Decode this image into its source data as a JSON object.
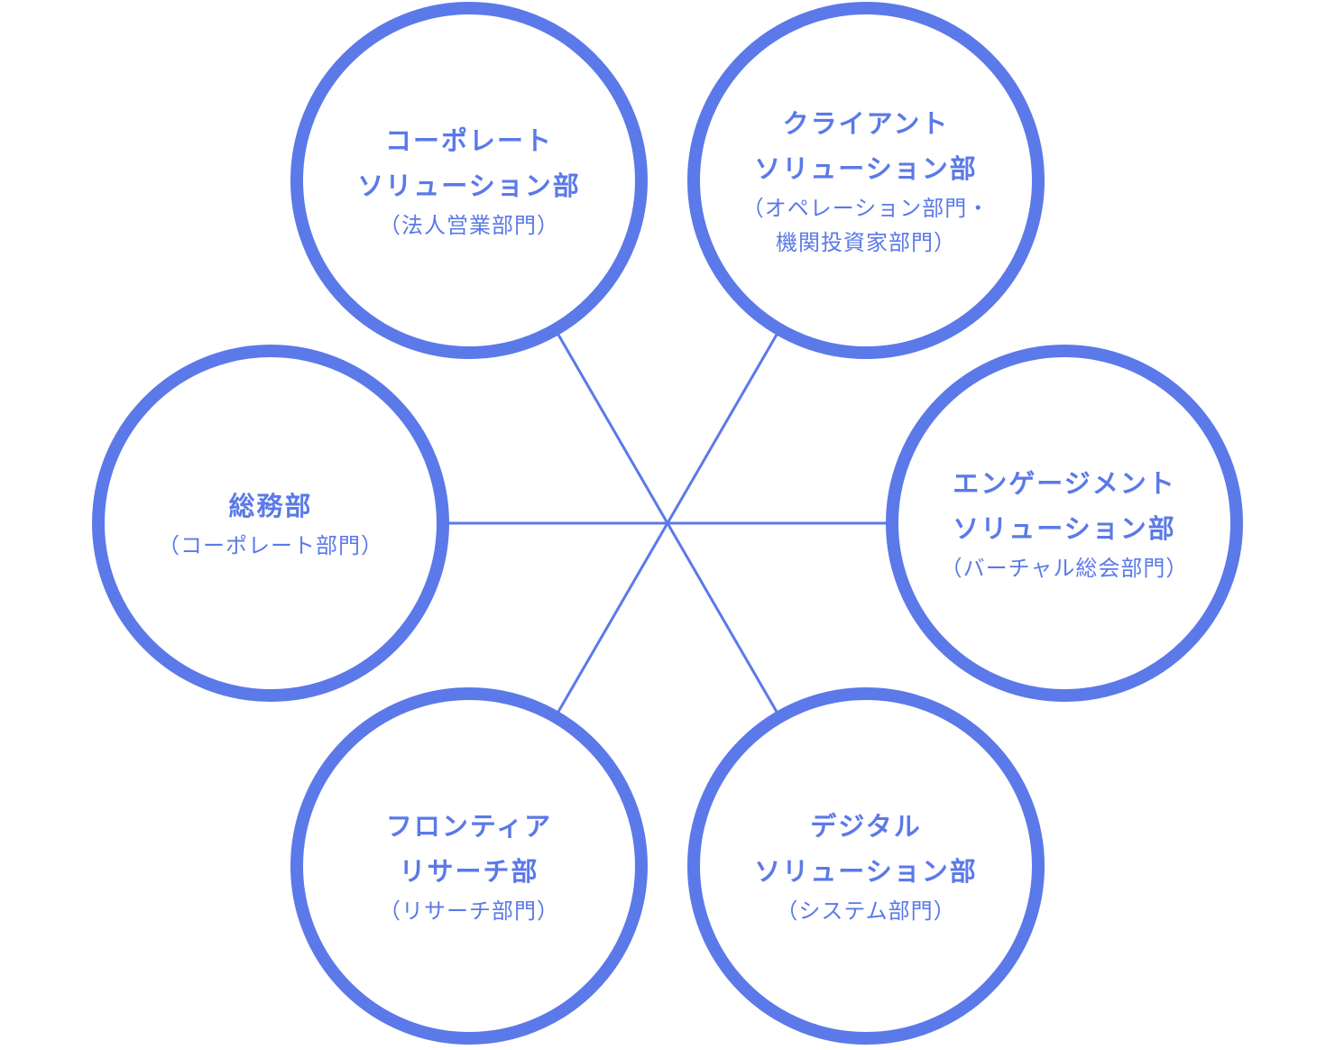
{
  "colors": {
    "accent": "#5b79e8",
    "background": "#ffffff"
  },
  "nodes": [
    {
      "id": "corporate",
      "title_lines": [
        "コーポレート",
        "ソリューション部"
      ],
      "sub_lines": [
        "（法人営業部門）"
      ]
    },
    {
      "id": "client",
      "title_lines": [
        "クライアント",
        "ソリューション部"
      ],
      "sub_lines": [
        "（オペレーション部門・",
        "機関投資家部門）"
      ]
    },
    {
      "id": "general-affairs",
      "title_lines": [
        "総務部"
      ],
      "sub_lines": [
        "（コーポレート部門）"
      ]
    },
    {
      "id": "engagement",
      "title_lines": [
        "エンゲージメント",
        "ソリューション部"
      ],
      "sub_lines": [
        "（バーチャル総会部門）"
      ]
    },
    {
      "id": "frontier",
      "title_lines": [
        "フロンティア",
        "リサーチ部"
      ],
      "sub_lines": [
        "（リサーチ部門）"
      ]
    },
    {
      "id": "digital",
      "title_lines": [
        "デジタル",
        "ソリューション部"
      ],
      "sub_lines": [
        "（システム部門）"
      ]
    }
  ]
}
